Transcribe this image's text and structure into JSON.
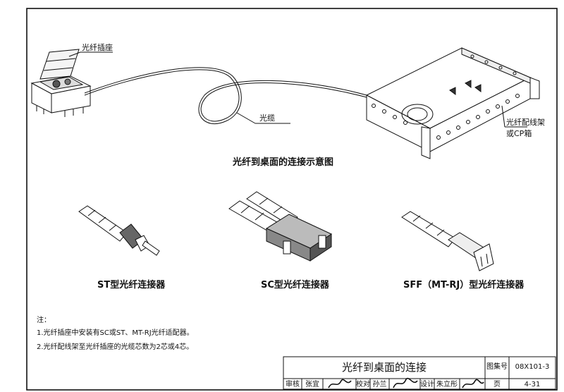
{
  "labels": {
    "outlet": "光纤插座",
    "cable": "光缆",
    "patch_panel_line1": "光纤配线架",
    "patch_panel_line2": "或CP箱"
  },
  "captions": {
    "main": "光纤到桌面的连接示意图",
    "st": "ST型光纤连接器",
    "sc": "SC型光纤连接器",
    "sff": "SFF（MT-RJ）型光纤连接器"
  },
  "notes": {
    "heading": "注：",
    "item1": "1.光纤插座中安装有SC或ST、MT-RJ光纤适配器。",
    "item2": "2.光纤配线架至光纤插座的光缆芯数为2芯或4芯。"
  },
  "title_block": {
    "title": "光纤到桌面的连接",
    "atlas_label": "图集号",
    "atlas_no": "08X101-3",
    "review_label": "审核",
    "review_name": "张宜",
    "check_label": "校对",
    "check_name": "孙兰",
    "design_label": "设计",
    "design_name": "朱立彤",
    "page_label": "页",
    "page_no": "4-31"
  }
}
